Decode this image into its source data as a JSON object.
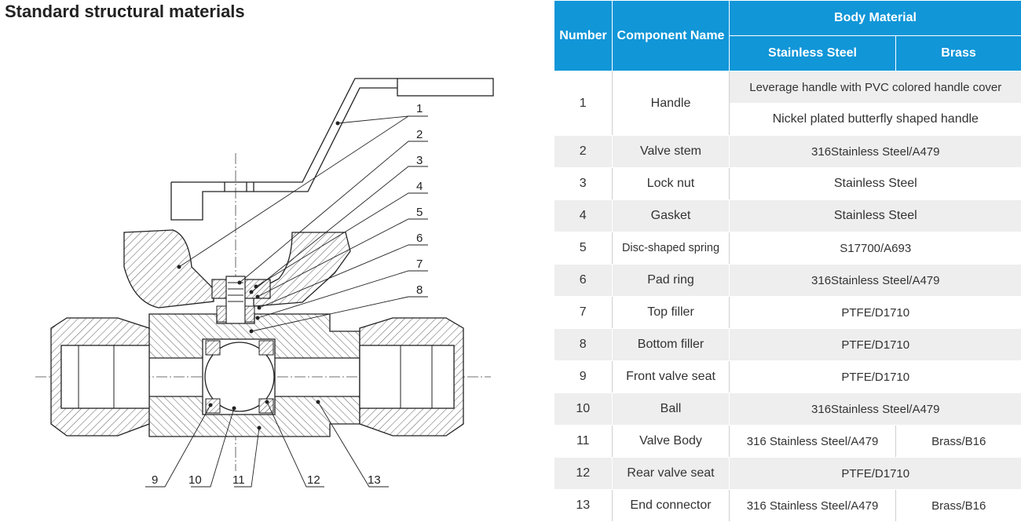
{
  "title": "Standard structural materials",
  "callouts": [
    "1",
    "2",
    "3",
    "4",
    "5",
    "6",
    "7",
    "8",
    "9",
    "10",
    "11",
    "12",
    "13"
  ],
  "table": {
    "headers": {
      "number": "Number",
      "component": "Component Name",
      "body_material": "Body Material",
      "stainless": "Stainless Steel",
      "brass": "Brass"
    },
    "rows": [
      {
        "num": "1",
        "name": "Handle",
        "mat_a": "Leverage handle with PVC colored handle cover",
        "mat_b": "Nickel plated butterfly shaped handle"
      },
      {
        "num": "2",
        "name": "Valve stem",
        "mat": "316Stainless Steel/A479"
      },
      {
        "num": "3",
        "name": "Lock nut",
        "mat": "Stainless Steel"
      },
      {
        "num": "4",
        "name": "Gasket",
        "mat": "Stainless Steel"
      },
      {
        "num": "5",
        "name": "Disc-shaped spring",
        "mat": "S17700/A693"
      },
      {
        "num": "6",
        "name": "Pad ring",
        "mat": "316Stainless Steel/A479"
      },
      {
        "num": "7",
        "name": "Top filler",
        "mat": "PTFE/D1710"
      },
      {
        "num": "8",
        "name": "Bottom filler",
        "mat": "PTFE/D1710"
      },
      {
        "num": "9",
        "name": "Front valve seat",
        "mat": "PTFE/D1710"
      },
      {
        "num": "10",
        "name": "Ball",
        "mat": "316Stainless Steel/A479"
      },
      {
        "num": "11",
        "name": "Valve Body",
        "ss": "316 Stainless Steel/A479",
        "brass": "Brass/B16"
      },
      {
        "num": "12",
        "name": "Rear valve seat",
        "mat": "PTFE/D1710"
      },
      {
        "num": "13",
        "name": "End connector",
        "ss": "316 Stainless Steel/A479",
        "brass": "Brass/B16"
      }
    ]
  }
}
